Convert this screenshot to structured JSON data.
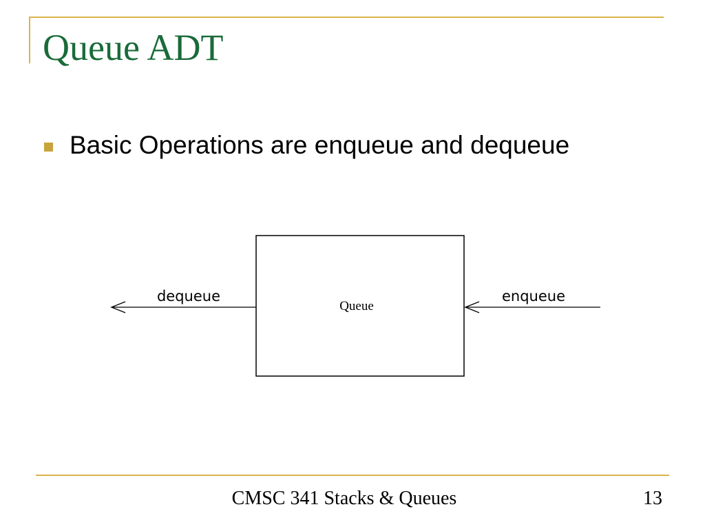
{
  "slide": {
    "title": "Queue ADT",
    "bullets": [
      "Basic Operations are enqueue and dequeue"
    ],
    "footer": "CMSC 341 Stacks & Queues",
    "page_number": "13"
  },
  "diagram": {
    "box_label": "Queue",
    "left_arrow_label": "dequeue",
    "right_arrow_label": "enqueue"
  },
  "colors": {
    "title": "#1a6b3a",
    "accent_rule": "#d9b44a",
    "bullet": "#c8a43c"
  }
}
